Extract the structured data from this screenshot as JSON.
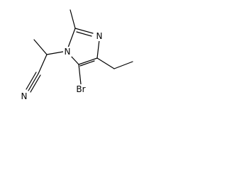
{
  "molecule": {
    "atoms": {
      "n_ring": "N",
      "n_ring_2": "N",
      "n_nitrile": "N",
      "br": "Br"
    }
  },
  "colors": {
    "bond": "#000000",
    "label": "#000000",
    "background": "#ffffff"
  }
}
